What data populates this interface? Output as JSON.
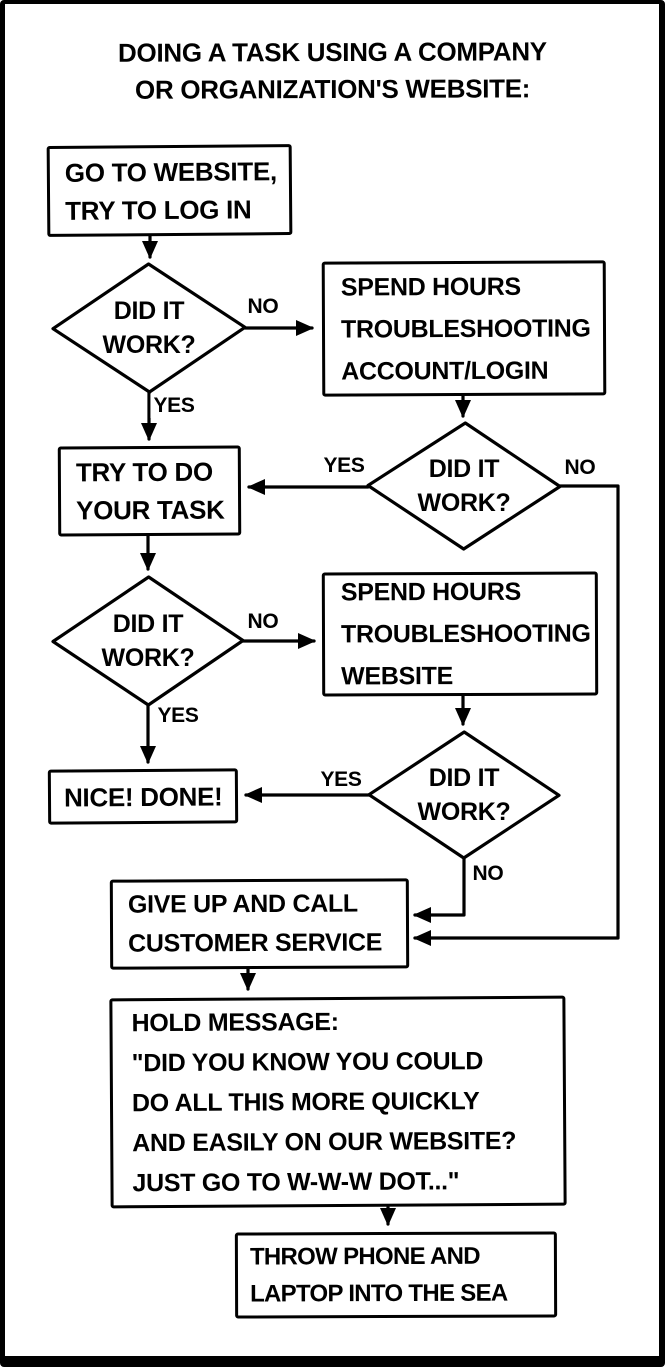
{
  "title": {
    "text": "DOING A TASK USING A COMPANY\nOR ORGANIZATION'S WEBSITE:"
  },
  "nodes": {
    "go_to_website": "GO TO WEBSITE,\nTRY TO LOG IN",
    "decision1": "DID IT\nWORK?",
    "troubleshoot_login": "SPEND HOURS\nTROUBLESHOOTING\nACCOUNT/LOGIN",
    "try_task": "TRY TO DO\nYOUR TASK",
    "decision2": "DID IT\nWORK?",
    "troubleshoot_website": "SPEND HOURS\nTROUBLESHOOTING\nWEBSITE",
    "decision3": "DID IT\nWORK?",
    "nice_done": "NICE! DONE!",
    "decision4": "DID IT\nWORK?",
    "give_up_call": "GIVE UP AND CALL\nCUSTOMER SERVICE",
    "hold_message": "HOLD MESSAGE:\n\"DID YOU KNOW YOU COULD\nDO ALL THIS MORE QUICKLY\nAND EASILY ON OUR WEBSITE?\nJUST GO TO W-W-W DOT...\"",
    "throw_into_sea": "THROW PHONE AND\nLAPTOP INTO THE SEA"
  },
  "edge_labels": {
    "d1_yes": "YES",
    "d1_no": "NO",
    "d2_yes": "YES",
    "d2_no": "NO",
    "d3_yes": "YES",
    "d3_no": "NO",
    "d4_yes": "YES",
    "d4_no": "NO"
  },
  "colors": {
    "ink": "#000000",
    "paper": "#ffffff"
  }
}
